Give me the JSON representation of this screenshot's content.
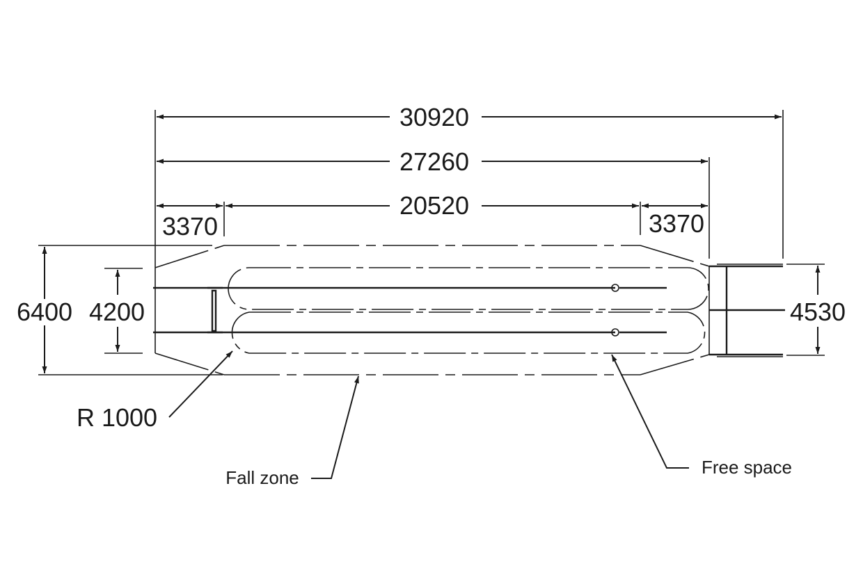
{
  "dimensions": {
    "overall_length": "30920",
    "length_excl_exit": "27260",
    "run_length": "20520",
    "start_offset": "3370",
    "end_offset": "3370",
    "fall_zone_width": "6400",
    "slide_width": "4200",
    "exit_width": "4530"
  },
  "callouts": {
    "radius": "R 1000",
    "fall_zone": "Fall zone",
    "free_space": "Free space"
  }
}
